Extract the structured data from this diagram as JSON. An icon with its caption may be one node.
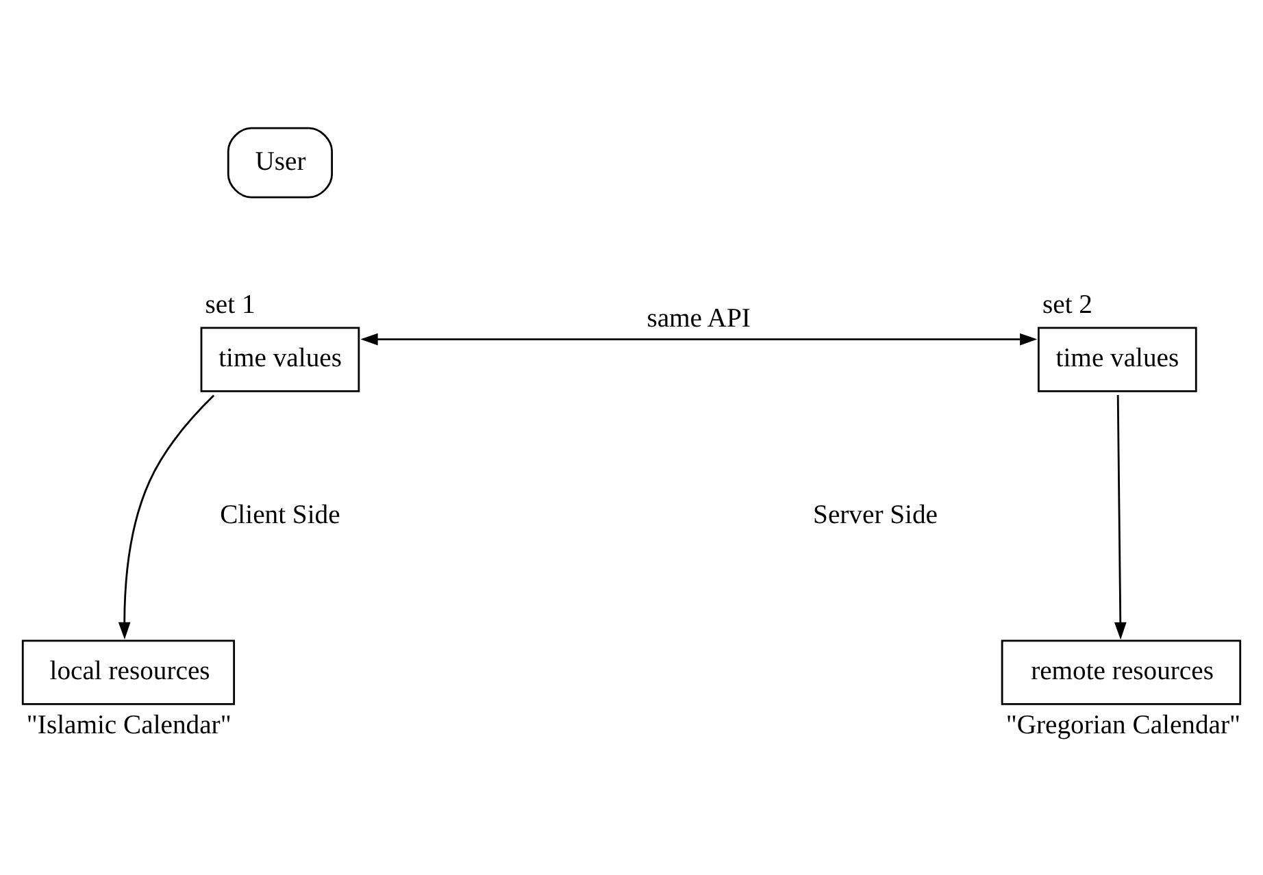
{
  "diagram": {
    "nodes": [
      {
        "text": [
          "User"
        ]
      },
      {
        "text": [
          "time values"
        ],
        "beside": [
          "set 1"
        ]
      },
      {
        "text": [
          "time values"
        ],
        "beside": [
          "set 2"
        ]
      },
      {
        "text": [
          "local resources"
        ],
        "beside": [
          "\"Islamic Calendar\""
        ]
      },
      {
        "text": [
          "remote resources"
        ],
        "beside": [
          "\"Gregorian Calendar\""
        ]
      }
    ],
    "edges": [
      {
        "from": 1,
        "to": 2,
        "arrow": "both",
        "label": "same API"
      },
      {
        "from": 1,
        "to": 3,
        "arrow": "to"
      },
      {
        "from": 2,
        "to": 4,
        "arrow": "to"
      }
    ],
    "labels": [
      "Client Side",
      "Server Side"
    ]
  }
}
